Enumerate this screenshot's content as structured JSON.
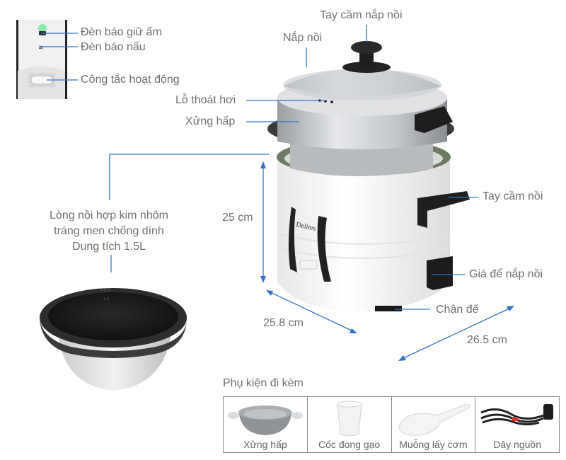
{
  "panel": {
    "indicator_warm": "Đèn báo giữ ấm",
    "indicator_cook": "Đèn báo nấu",
    "switch": "Công tắc hoạt động"
  },
  "parts": {
    "lid_handle": "Tay cầm nắp nồi",
    "lid": "Nắp nồi",
    "steam_vent": "Lỗ thoát hơi",
    "steamer": "Xửng hấp",
    "pot_handle": "Tay cầm nồi",
    "lid_holder": "Giá để nắp nồi",
    "base_foot": "Chân đế",
    "brand": "Delites"
  },
  "inner_pot": {
    "line1": "Lòng nồi hợp kim nhôm",
    "line2": "tráng men chống dính",
    "line3": "Dung tích 1.5L"
  },
  "dimensions": {
    "height": "25 cm",
    "depth": "25.8 cm",
    "width": "26.5 cm"
  },
  "accessories": {
    "title": "Phụ kiện đi kèm",
    "items": [
      {
        "label": "Xửng hấp"
      },
      {
        "label": "Cốc đong gạo"
      },
      {
        "label": "Muỗng lấy cơm"
      },
      {
        "label": "Dây nguồn"
      }
    ]
  },
  "colors": {
    "leader_line": "#2f74c8",
    "label_text": "#6f6f6f"
  }
}
